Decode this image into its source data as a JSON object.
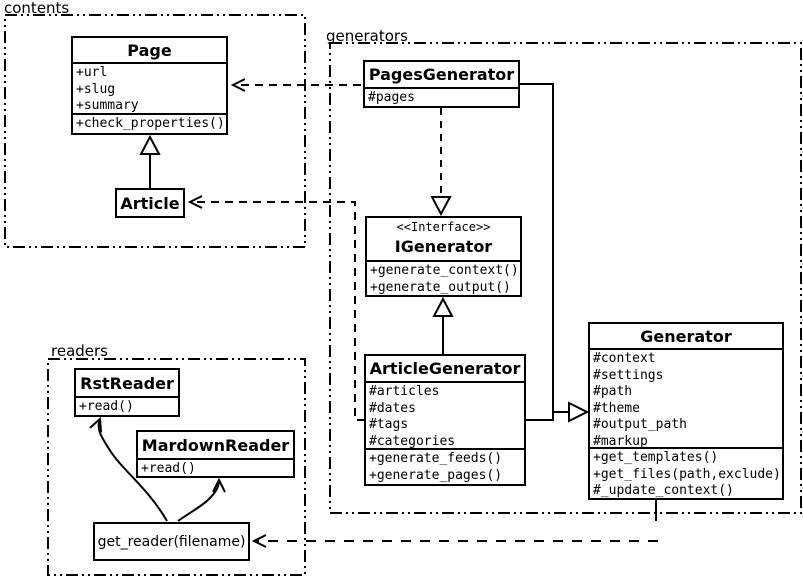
{
  "diagram": {
    "kind": "uml-class-diagram",
    "packages": {
      "contents": {
        "label": "contents"
      },
      "generators": {
        "label": "generators"
      },
      "readers": {
        "label": "readers"
      }
    },
    "classes": {
      "page": {
        "title": "Page",
        "attributes": [
          "+url",
          "+slug",
          "+summary"
        ],
        "methods": [
          "+check_properties()"
        ]
      },
      "article": {
        "title": "Article"
      },
      "pages_generator": {
        "title": "PagesGenerator",
        "attributes": [
          "#pages"
        ]
      },
      "igenerator": {
        "stereotype": "<<Interface>>",
        "title": "IGenerator",
        "methods": [
          "+generate_context()",
          "+generate_output()"
        ]
      },
      "article_generator": {
        "title": "ArticleGenerator",
        "attributes": [
          "#articles",
          "#dates",
          "#tags",
          "#categories"
        ],
        "methods": [
          "+generate_feeds()",
          "+generate_pages()"
        ]
      },
      "generator": {
        "title": "Generator",
        "attributes": [
          "#context",
          "#settings",
          "#path",
          "#theme",
          "#output_path",
          "#markup"
        ],
        "methods": [
          "+get_templates()",
          "+get_files(path,exclude)",
          "#_update_context()"
        ]
      },
      "rst_reader": {
        "title": "RstReader",
        "methods": [
          "+read()"
        ]
      },
      "mardown_reader": {
        "title": "MardownReader",
        "methods": [
          "+read()"
        ]
      },
      "get_reader": {
        "title": "get_reader(filename)"
      }
    },
    "colors": {
      "line": "#000000",
      "background": "#ffffff",
      "box_fill": "#ffffff"
    }
  }
}
